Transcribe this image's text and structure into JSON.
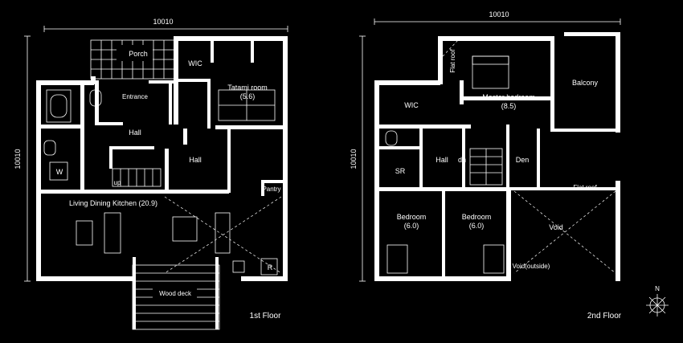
{
  "dimensions": {
    "width_1f": "10010",
    "height_1f": "10010",
    "width_2f": "10010",
    "height_2f": "10010"
  },
  "floors": {
    "first": {
      "title": "1st Floor",
      "rooms": {
        "porch": "Porch",
        "wic": "WIC",
        "tatami": "Tatami room",
        "tatami_size": "(5.6)",
        "entrance": "Entrance",
        "hall_a": "Hall",
        "hall_b": "Hall",
        "washer": "W",
        "up": "up",
        "pantry": "Pantry",
        "ldk": "Living Dining Kitchen (20.9)",
        "refrigerator": "R",
        "wood_deck": "Wood deck"
      }
    },
    "second": {
      "title": "2nd Floor",
      "rooms": {
        "flat_roof_top": "Flat roof",
        "master": "Master bedroom",
        "master_size": "(8.5)",
        "balcony": "Balcony",
        "wic": "WIC",
        "sr": "SR",
        "hall": "Hall",
        "dn": "dn",
        "den": "Den",
        "flat_roof_right": "Flat roof",
        "bedroom1": "Bedroom",
        "bedroom1_size": "(6.0)",
        "bedroom2": "Bedroom",
        "bedroom2_size": "(6.0)",
        "void": "Void",
        "void_outside": "Void(outside)"
      }
    }
  },
  "compass": {
    "north": "N"
  },
  "colors": {
    "background": "#000000",
    "lines": "#ffffff"
  }
}
